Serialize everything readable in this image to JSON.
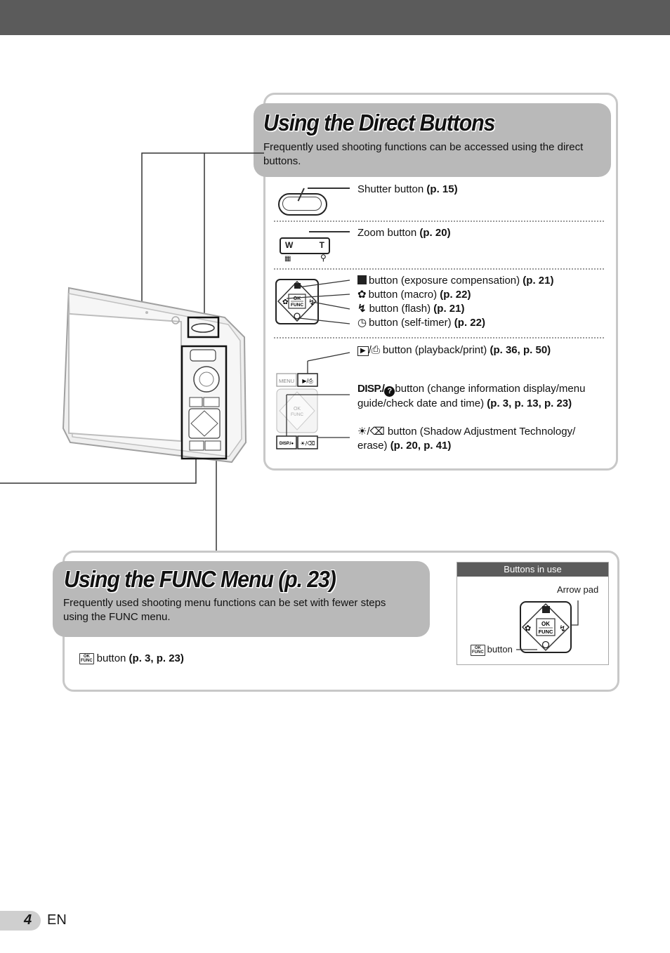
{
  "direct": {
    "title": "Using the Direct Buttons",
    "description": "Frequently used shooting functions can be accessed using the direct buttons.",
    "shutter": {
      "label": "Shutter button ",
      "ref": "(p. 15)"
    },
    "zoom": {
      "label": "Zoom button ",
      "ref": "(p. 20)",
      "w": "W",
      "t": "T"
    },
    "arrow_items": [
      {
        "label": "button (exposure compensation) ",
        "ref": "(p. 21)",
        "icon": "exposure-icon"
      },
      {
        "label": "button (macro) ",
        "ref": "(p. 22)",
        "icon": "macro-icon"
      },
      {
        "label": "button (flash) ",
        "ref": "(p. 21)",
        "icon": "flash-icon"
      },
      {
        "label": "button (self-timer) ",
        "ref": "(p. 22)",
        "icon": "self-timer-icon"
      }
    ],
    "playback": {
      "label": "button (playback/print) ",
      "ref": "(p. 36, p. 50)"
    },
    "disp": {
      "prefix": "DISP./",
      "label": "button (change information display/menu guide/check date and time) ",
      "ref": "(p. 3, p. 13, p. 23)"
    },
    "shadow": {
      "label": "button (Shadow Adjustment Technology/ erase) ",
      "ref": "(p. 20, p. 41)"
    },
    "pad": {
      "ok": "OK",
      "func": "FUNC",
      "menu": "MENU",
      "disp_key": "DISP./"
    }
  },
  "func": {
    "title": "Using the FUNC Menu (p. 23)",
    "description": "Frequently used shooting menu functions can be set with fewer steps using the FUNC menu.",
    "item": {
      "label": "button ",
      "ref": "(p. 3, p. 23)"
    },
    "inuse": {
      "header": "Buttons in use",
      "arrow_pad": "Arrow pad",
      "button": "button"
    }
  },
  "footer": {
    "page": "4",
    "lang": "EN"
  },
  "colors": {
    "topbar": "#5b5b5b",
    "header_bg": "#b9b9b9",
    "panel_border": "#c8c8c8"
  }
}
